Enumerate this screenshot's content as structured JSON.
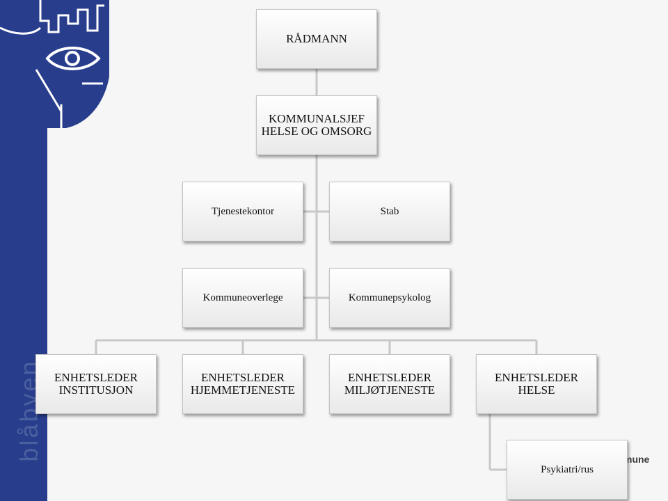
{
  "brand": {
    "logo_text": "blåbyen",
    "footer_fragment": "mune",
    "colors": {
      "sidebar": "#283e8c",
      "box_border": "#c3c3c3",
      "connector": "#c8c8c8"
    }
  },
  "org_chart": {
    "radmann": "RÅDMANN",
    "kommunalsjef": {
      "line1": "KOMMUNALSJEF",
      "line2": "HELSE OG OMSORG"
    },
    "staff_row1": [
      "Tjenestekontor",
      "Stab"
    ],
    "staff_row2": [
      "Kommuneoverlege",
      "Kommunepsykolog"
    ],
    "units": [
      {
        "line1": "ENHETSLEDER",
        "line2": "INSTITUSJON"
      },
      {
        "line1": "ENHETSLEDER",
        "line2": "HJEMMETJENESTE"
      },
      {
        "line1": "ENHETSLEDER",
        "line2": "MILJØTJENESTE"
      },
      {
        "line1": "ENHETSLEDER",
        "line2": "HELSE"
      }
    ],
    "sub_unit": "Psykiatri/rus"
  }
}
